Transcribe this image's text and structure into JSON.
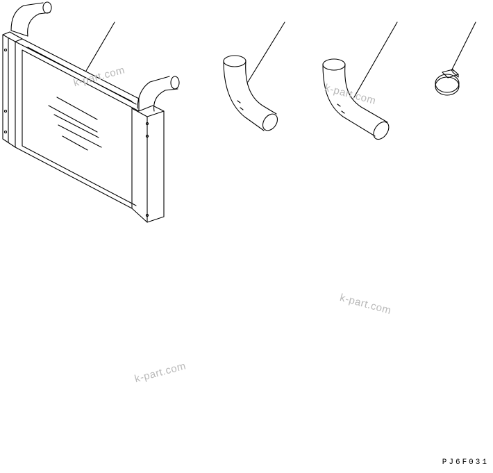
{
  "figure": {
    "code": "PJ6F031",
    "watermarks": [
      "k-part.com",
      "k-part.com",
      "k-part.com",
      "k-part.com"
    ]
  },
  "parts": [
    {
      "name": "aftercooler-core",
      "icon": "aftercooler-icon"
    },
    {
      "name": "hose-short",
      "icon": "hose-elbow-icon"
    },
    {
      "name": "hose-long",
      "icon": "hose-elbow-icon"
    },
    {
      "name": "hose-clamp",
      "icon": "clamp-icon"
    }
  ],
  "colors": {
    "line": "#000000",
    "watermark": "#b9b9b9",
    "background": "#ffffff"
  }
}
